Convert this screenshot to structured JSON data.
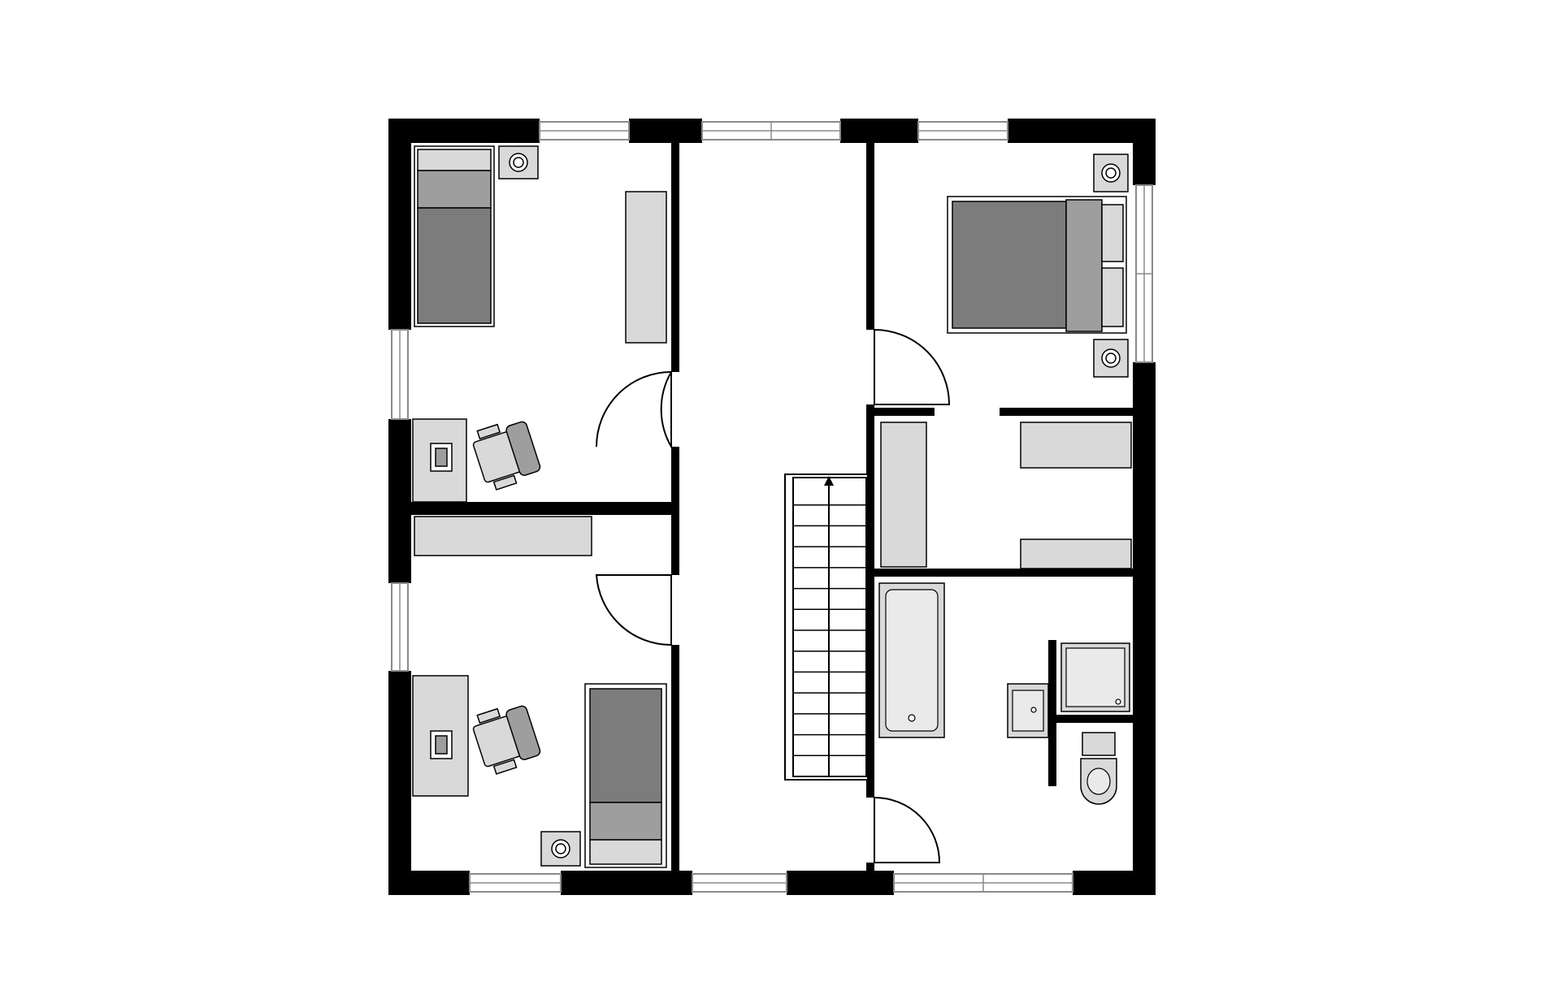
{
  "plan": {
    "rooms": [
      "bedroom",
      "bedroom",
      "master-bedroom",
      "hallway",
      "walk-in-closet",
      "bathroom",
      "staircase"
    ],
    "colors": {
      "wall": "#000000",
      "floor": "#ffffff",
      "light_furniture": "#d9d9d9",
      "mid_furniture": "#9e9e9e",
      "dark_furniture": "#7c7c7c",
      "window_frame": "#8a8a8a"
    },
    "stair_steps": 14
  }
}
